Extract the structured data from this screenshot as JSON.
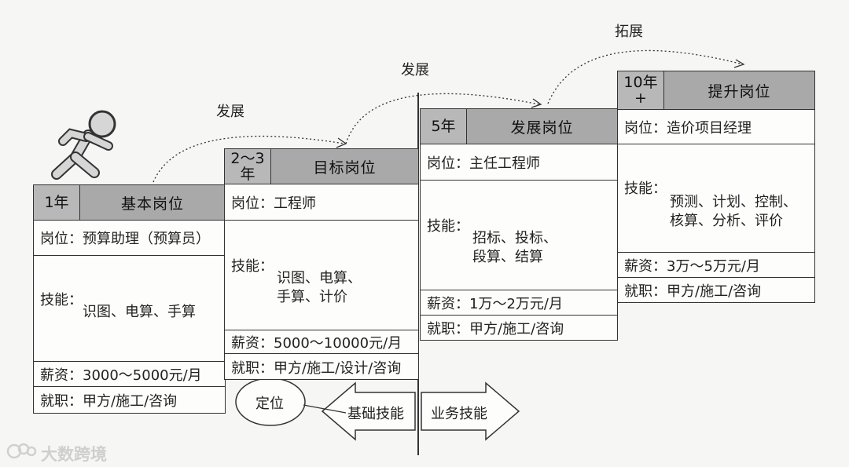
{
  "stages": [
    {
      "level": "1年",
      "title": "基本岗位",
      "position": "岗位：预算助理（预算员）",
      "skills_label": "技能：",
      "skills": [
        "识图、电算、手算"
      ],
      "salary": "薪资：3000～5000元/月",
      "employment": "就职：甲方/施工/咨询"
    },
    {
      "level": "2～3年",
      "title": "目标岗位",
      "position": "岗位：工程师",
      "skills_label": "技能：",
      "skills": [
        "识图、电算、",
        "手算、计价"
      ],
      "salary": "薪资：5000～10000元/月",
      "employment": "就职：甲方/施工/设计/咨询"
    },
    {
      "level": "5年",
      "title": "发展岗位",
      "position": "岗位：主任工程师",
      "skills_label": "技能：",
      "skills": [
        "招标、投标、",
        "段算、结算"
      ],
      "salary": "薪资：1万～2万元/月",
      "employment": "就职：甲方/施工/咨询"
    },
    {
      "level": "10年+",
      "title": "提升岗位",
      "position": "岗位：造价项目经理",
      "skills_label": "技能：",
      "skills": [
        "预测、计划、控制、",
        "核算、分析、评价"
      ],
      "salary": "薪资：3万～5万元/月",
      "employment": "就职：甲方/施工/咨询"
    }
  ],
  "transitions": [
    "发展",
    "发展",
    "拓展"
  ],
  "positioning_label": "定位",
  "basic_skills_label": "基础技能",
  "business_skills_label": "业务技能",
  "watermark": "大数跨境"
}
